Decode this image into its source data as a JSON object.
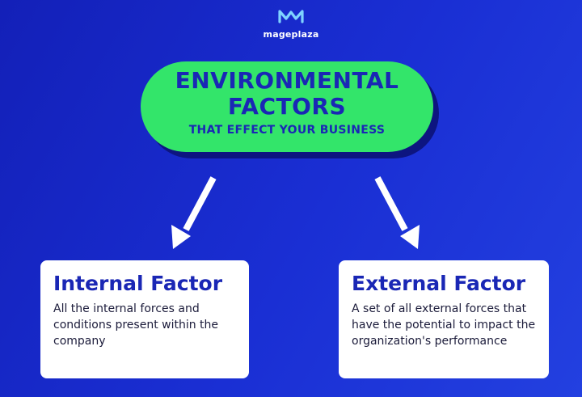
{
  "logo": {
    "text": "mageplaza",
    "icon": "mageplaza-m-icon"
  },
  "title": {
    "line1": "ENVIRONMENTAL",
    "line2": "FACTORS",
    "line3": "THAT EFFECT YOUR BUSINESS"
  },
  "internal": {
    "title": "Internal Factor",
    "description": "All the internal forces and conditions present within the company"
  },
  "external": {
    "title": "External Factor",
    "description": "A set of all external forces that have the potential to impact the organization's performance"
  },
  "colors": {
    "background": "#1a2fd4",
    "pill": "#33e56a",
    "title_text": "#1a27b5",
    "card": "#ffffff",
    "arrow": "#ffffff"
  }
}
